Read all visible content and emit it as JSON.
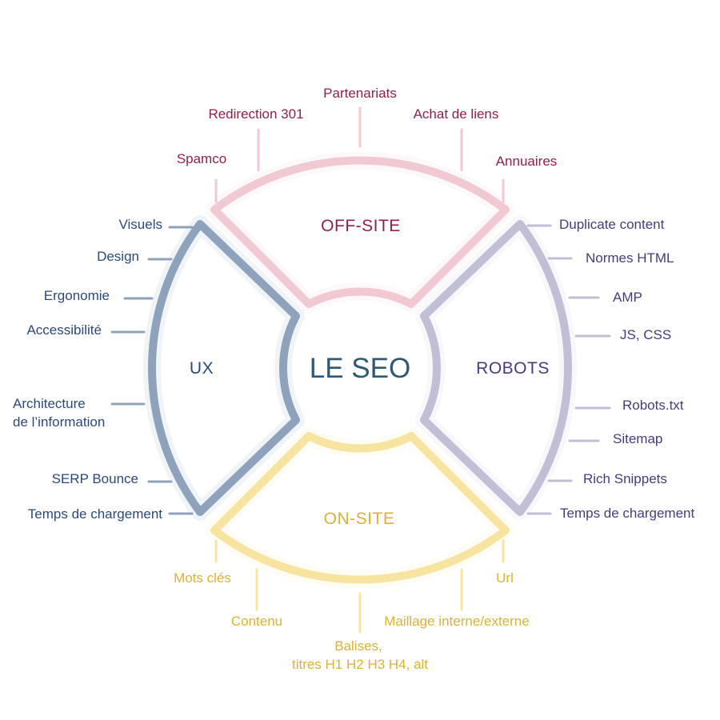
{
  "center": {
    "title": "LE SEO"
  },
  "colors": {
    "offsite_line": "#f0c9d2",
    "offsite_text": "#8c2247",
    "ux_line": "#8ea3bb",
    "ux_text": "#2b4a78",
    "robots_line": "#c2bed5",
    "robots_text": "#4a3a7a",
    "onsite_line": "#f7e4a0",
    "onsite_text": "#d9b23a",
    "center_text": "#2e5a75"
  },
  "segments": {
    "offsite": {
      "title": "OFF-SITE",
      "labels": [
        "Partenariats",
        "Redirection 301",
        "Achat de liens",
        "Spamco",
        "Annuaires"
      ]
    },
    "ux": {
      "title": "UX",
      "labels": [
        "Visuels",
        "Design",
        "Ergonomie",
        "Accessibilité",
        "Architecture",
        "de l’information",
        "SERP Bounce",
        "Temps de chargement"
      ]
    },
    "robots": {
      "title": "ROBOTS",
      "labels": [
        "Duplicate content",
        "Normes HTML",
        "AMP",
        "JS, CSS",
        "Robots.txt",
        "Sitemap",
        "Rich Snippets",
        "Temps de chargement"
      ]
    },
    "onsite": {
      "title": "ON-SITE",
      "labels": [
        "Mots clés",
        "Url",
        "Contenu",
        "Maillage interne/externe",
        "Balises,",
        "titres H1 H2 H3 H4, alt"
      ]
    }
  }
}
